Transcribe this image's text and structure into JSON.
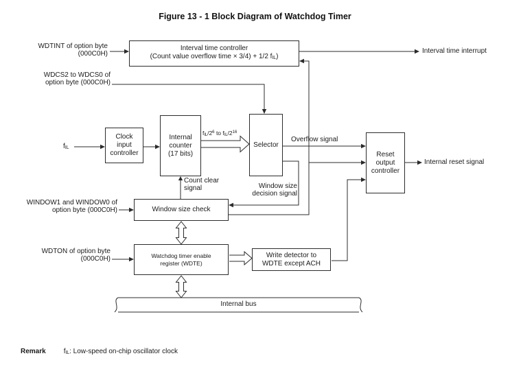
{
  "title": "Figure 13 - 1 Block Diagram of Watchdog Timer",
  "colors": {
    "line": "#2b2b2b",
    "text": "#1a1a1a",
    "background": "#ffffff"
  },
  "inputs": {
    "wdtint": {
      "text": "WDTINT of option byte\n(000C0H)"
    },
    "wdcs": {
      "text": "WDCS2 to WDCS0 of\noption byte (000C0H)"
    },
    "window": {
      "text": "WINDOW1 and WINDOW0 of\noption byte (000C0H)"
    },
    "wdton": {
      "text": "WDTON of option byte\n(000C0H)"
    },
    "fil": {
      "base": "f",
      "sub": "IL"
    }
  },
  "blocks": {
    "interval": {
      "line1": "Interval time controller",
      "line2_pre": "(Count value overflow time × 3/4) + 1/2 f",
      "line2_sub": "IL",
      "line2_post": ")"
    },
    "clock": "Clock\ninput\ncontroller",
    "counter": "Internal\ncounter\n(17 bits)",
    "selector": "Selector",
    "reset": "Reset\noutput\ncontroller",
    "window_check": "Window size check",
    "wdte": "Watchdog timer enable\nregister (WDTE)",
    "write_detector": "Write detector to\nWDTE except ACH",
    "internal_bus": "Internal bus"
  },
  "signals": {
    "interval_interrupt": "Interval time interrupt",
    "overflow": "Overflow signal",
    "window_decision": "Window size\ndecision signal",
    "count_clear": "Count clear\nsignal",
    "internal_reset": "Internal reset signal",
    "freq_range": {
      "p1": "f",
      "s1": "IL",
      "p2": "/2",
      "sup1": "6",
      "p3": " to f",
      "s2": "IL",
      "p4": "/2",
      "sup2": "16"
    }
  },
  "remark": {
    "label": "Remark",
    "pre": "f",
    "sub": "IL",
    "post": ": Low-speed on-chip oscillator clock"
  }
}
